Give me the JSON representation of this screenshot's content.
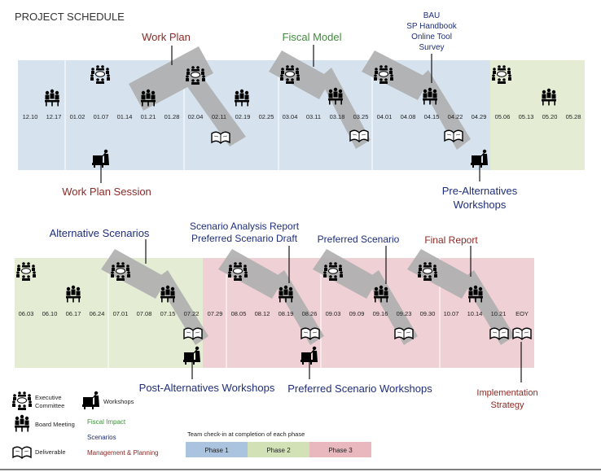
{
  "title": "PROJECT SCHEDULE",
  "colors": {
    "blue_band": "#d6e3ef",
    "green_band": "#e4edd4",
    "pink_band": "#efd0d4",
    "highlight": "#b0b0b0",
    "dark_red": "#8b2a26",
    "green_label": "#3f8d3b",
    "navy_label": "#1f2e7a",
    "legend_blue": "#aac3df",
    "legend_green": "#d3e2b6",
    "legend_pink": "#e8b8be"
  },
  "row1": {
    "dates": [
      "12.10",
      "12.17",
      "01.02",
      "01.07",
      "01.14",
      "01.21",
      "01.28",
      "02.04",
      "02.11",
      "02.19",
      "02.25",
      "03.04",
      "03.11",
      "03.18",
      "03.25",
      "04.01",
      "04.08",
      "04.15",
      "04.22",
      "04.29",
      "05.06",
      "05.13",
      "05.20",
      "05.28"
    ],
    "callouts": {
      "work_plan": "Work Plan",
      "fiscal_model": "Fiscal Model",
      "bau": [
        "BAU",
        "SP Handbook",
        "Online Tool",
        "Survey"
      ],
      "work_plan_session": "Work Plan Session",
      "pre_alternatives": [
        "Pre-Alternatives",
        "Workshops"
      ]
    }
  },
  "row2": {
    "dates": [
      "06.03",
      "06.10",
      "06.17",
      "06.24",
      "07.01",
      "07.08",
      "07.15",
      "07.22",
      "07.29",
      "08.05",
      "08.12",
      "08.19",
      "08.26",
      "09.03",
      "09.09",
      "09.16",
      "09.23",
      "09.30",
      "10.07",
      "10.14",
      "10.21",
      "EOY"
    ],
    "callouts": {
      "alternative_scenarios": "Alternative Scenarios",
      "scenario_analysis": [
        "Scenario Analysis Report",
        "Preferred Scenario Draft"
      ],
      "preferred_scenario": "Preferred Scenario",
      "final_report": "Final Report",
      "post_alternatives": "Post-Alternatives Workshops",
      "preferred_workshops": "Preferred Scenario Workshops",
      "implementation": [
        "Implementation",
        "Strategy"
      ]
    }
  },
  "legend": {
    "executive": [
      "Executive",
      "Committee"
    ],
    "board": "Board Meeting",
    "deliverable": "Deliverable",
    "workshops": "Workshops",
    "fiscal_impact": "Fiscal Impact",
    "scenarios": "Scenarios",
    "management": "Management & Planning",
    "checkin": "Team check-in at completion of each phase",
    "phases": [
      "Phase 1",
      "Phase 2",
      "Phase 3"
    ]
  },
  "icons": {
    "executive": "executive-committee-icon",
    "board": "board-meeting-icon",
    "deliverable": "book-icon",
    "workshop": "workshop-icon"
  }
}
